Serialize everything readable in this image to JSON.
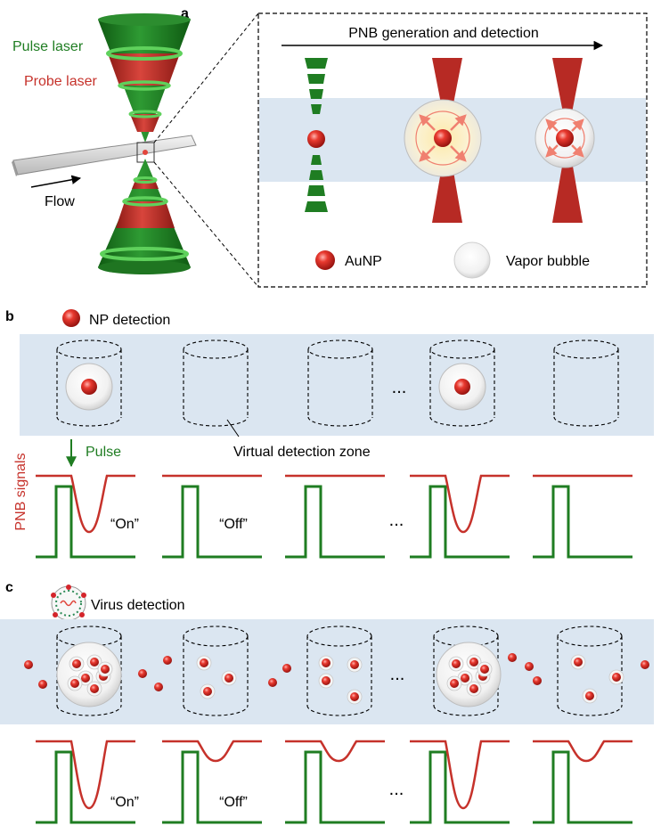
{
  "panels": {
    "a": {
      "letter": "a",
      "pulse_label": "Pulse laser",
      "probe_label": "Probe laser",
      "flow_label": "Flow",
      "inset_title": "PNB generation and detection",
      "legend_aunp": "AuNP",
      "legend_bubble": "Vapor bubble"
    },
    "b": {
      "letter": "b",
      "title": "NP detection",
      "ellipsis_top": "...",
      "ellipsis_signal": "...",
      "zone_label": "Virtual detection zone",
      "pulse_label": "Pulse",
      "ylabel": "PNB signals",
      "on_label": "“On”",
      "off_label": "“Off”"
    },
    "c": {
      "letter": "c",
      "title": "Virus detection",
      "ellipsis_top": "...",
      "ellipsis_signal": "...",
      "on_label": "“On”",
      "off_label": "“Off”"
    }
  },
  "colors": {
    "green": "#1f7d22",
    "red": "#c6322b",
    "band": "#dbe6f1",
    "nanoparticle": "#d4242a"
  }
}
